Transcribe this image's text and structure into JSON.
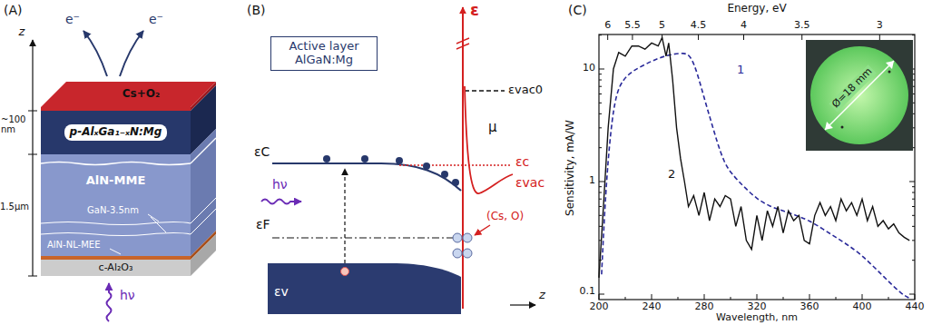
{
  "diagram": {
    "nodes": [
      {
        "text": [
          "Cs+O₂"
        ]
      },
      {
        "text": [
          "p-AlₓGa₁₋ₓN:Mg"
        ]
      },
      {
        "text": [
          "AlN-MME"
        ]
      },
      {
        "text": [
          "c-Al₂O₃"
        ]
      },
      {
        "text": [
          "Active layer AlGaN:Mg"
        ]
      },
      {
        "text": [
          "Ø=18 mm"
        ]
      }
    ],
    "labels": [
      "(A)",
      "e⁻",
      "e⁻",
      "z",
      "~100 nm",
      "1.5μm",
      "GaN-3.5nm",
      "AlN-NL-MEE",
      "hν",
      "(B)",
      "ε",
      "εvac0",
      "μ",
      "εC",
      "εc",
      "εvac",
      "hν",
      "εF",
      "εv",
      "(Cs, O)",
      "z",
      "(C)",
      "Energy, eV",
      "6",
      "5.5",
      "5",
      "4.5",
      "4",
      "3.5",
      "3",
      "10",
      "1",
      "0.1",
      "Sensitivity, mA/W",
      "200",
      "240",
      "280",
      "320",
      "360",
      "400",
      "440",
      "Wavelength, nm",
      "1",
      "2"
    ]
  }
}
